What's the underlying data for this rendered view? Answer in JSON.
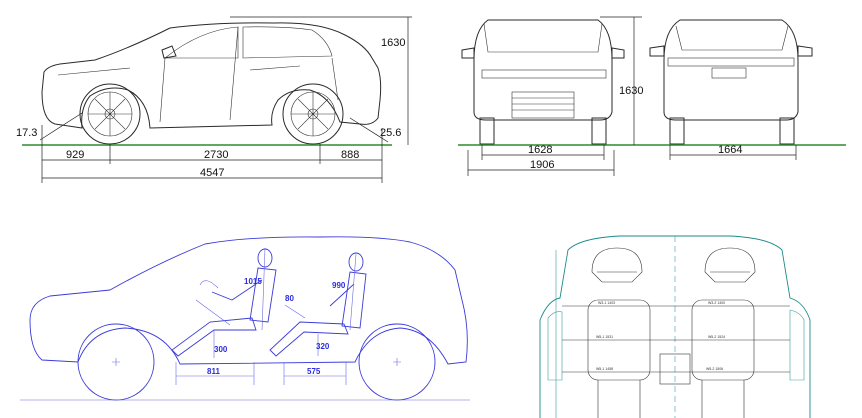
{
  "side_view": {
    "height": "1630",
    "approach_angle": "17.3",
    "departure_angle": "25.6",
    "front_overhang": "929",
    "wheelbase": "2730",
    "rear_overhang": "888",
    "length": "4547"
  },
  "front_rear_view": {
    "height": "1630",
    "front_track": "1628",
    "width": "1906",
    "rear_track": "1664"
  },
  "interior_side": {
    "front_headroom": "1015",
    "knee_angle": "80",
    "rear_headroom": "990",
    "front_seat_height": "300",
    "rear_seat_height": "320",
    "front_legroom": "811",
    "rear_legroom": "575"
  },
  "interior_section": {
    "label_front_left_top": "W3-1 1403",
    "label_front_right_top": "W3-2 1400",
    "label_left_mid": "W5-1 1531",
    "label_right_mid": "W5-2 1524",
    "label_left_bottom": "W5-1 1458",
    "label_right_bottom": "W5-2 1506"
  }
}
